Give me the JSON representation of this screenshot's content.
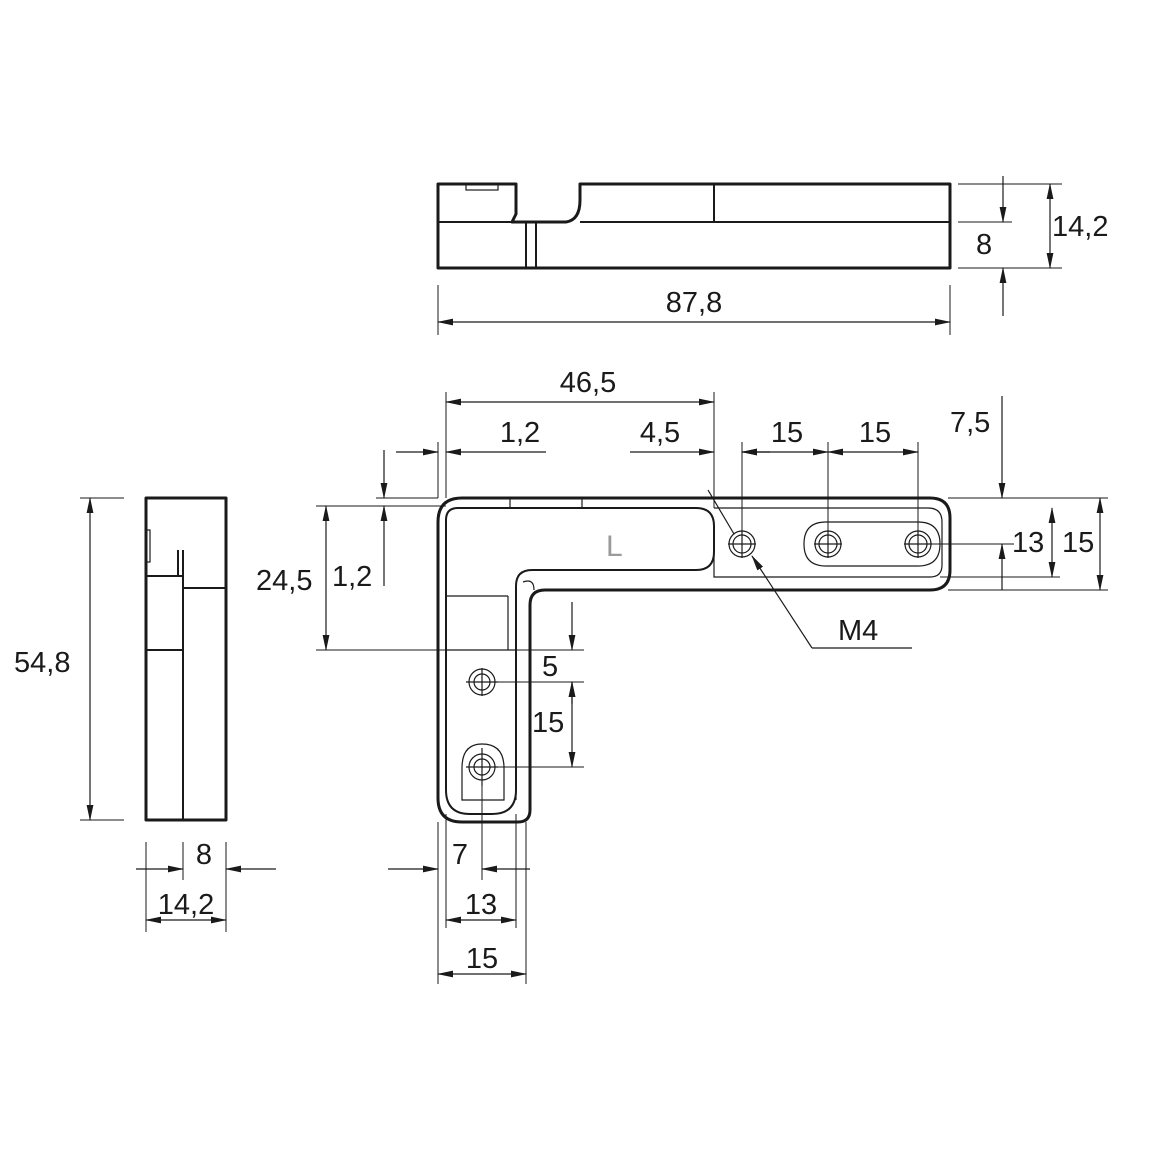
{
  "diagram": {
    "top_view": {
      "length": "87,8",
      "height_total": "14,2",
      "height_body": "8"
    },
    "side_view": {
      "height": "54,8",
      "thickness_inner": "8",
      "thickness_total": "14,2"
    },
    "front_view": {
      "arm_length": "46,5",
      "wall_h": "1,2",
      "wall_v": "1,2",
      "inner_offset": "24,5",
      "hole_offset_x": "4,5",
      "hole_pitch_1": "15",
      "hole_pitch_2": "15",
      "edge_to_hole_y": "7,5",
      "arm_width_inner": "13",
      "arm_width_outer": "15",
      "thread": "M4",
      "hole_offset_y": "5",
      "hole_pitch_v": "15",
      "bottom_hole_x": "7",
      "leg_width_inner": "13",
      "leg_width_outer": "15",
      "part_mark": "L"
    }
  }
}
